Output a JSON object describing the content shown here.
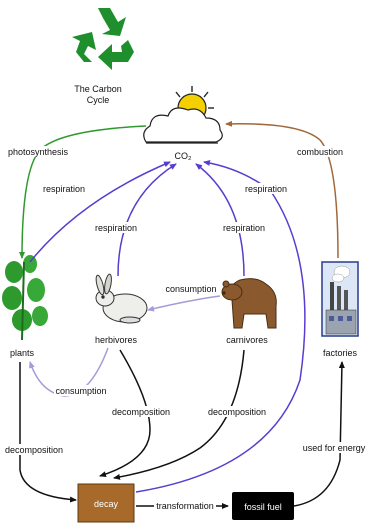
{
  "title_line1": "The Carbon",
  "title_line2": "Cycle",
  "co2_label": "CO₂",
  "nodes": {
    "plants": "plants",
    "herbivores": "herbivores",
    "carnivores": "carnivores",
    "factories": "factories",
    "decay": "decay",
    "fossil_fuel": "fossil fuel"
  },
  "processes": {
    "photosynthesis": "photosynthesis",
    "combustion": "combustion",
    "respiration_left": "respiration",
    "respiration_right": "respiration",
    "respiration_herbivores": "respiration",
    "respiration_carnivores": "respiration",
    "consumption_upper": "consumption",
    "consumption_lower": "consumption",
    "decomposition_plants": "decomposition",
    "decomposition_herbivores": "decomposition",
    "decomposition_carnivores": "decomposition",
    "transformation": "transformation",
    "used_for_energy": "used for energy"
  },
  "colors": {
    "recycle_green": "#1f8f2e",
    "photosynthesis_green": "#2e9a2e",
    "combustion_brown": "#a0683a",
    "respiration_purple": "#5a3ccf",
    "consumption_lavender": "#a89ad8",
    "decay_box": "#a86a2a",
    "fossil_box": "#000000",
    "flow_black": "#111111"
  }
}
